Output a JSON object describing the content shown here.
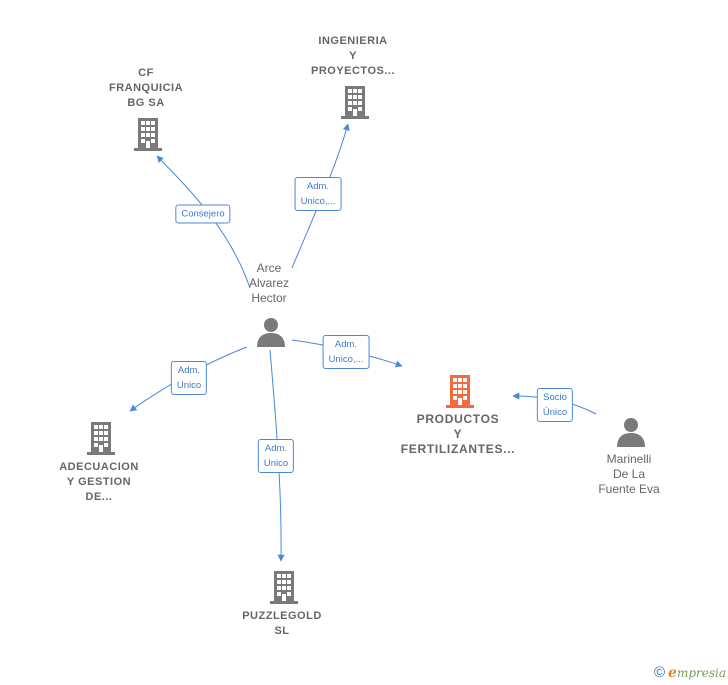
{
  "nodes": {
    "cf_franquicia": {
      "lines": [
        "CF",
        "FRANQUICIA",
        "BG SA"
      ]
    },
    "ingenieria": {
      "lines": [
        "INGENIERIA",
        "Y",
        "PROYECTOS..."
      ]
    },
    "adecuacion": {
      "lines": [
        "ADECUACION",
        "Y GESTION",
        "DE..."
      ]
    },
    "puzzlegold": {
      "lines": [
        "PUZZLEGOLD",
        "SL"
      ]
    },
    "productos": {
      "lines": [
        "PRODUCTOS",
        "Y",
        "FERTILIZANTES..."
      ]
    },
    "arce": {
      "lines": [
        "Arce",
        "Alvarez",
        "Hector"
      ]
    },
    "marinelli": {
      "lines": [
        "Marinelli",
        "De La",
        "Fuente Eva"
      ]
    }
  },
  "edges": {
    "consejero": {
      "lines": [
        "Consejero"
      ]
    },
    "adm_ingenieria": {
      "lines": [
        "Adm.",
        "Unico,..."
      ]
    },
    "adm_productos": {
      "lines": [
        "Adm.",
        "Unico,..."
      ]
    },
    "adm_adecuacion": {
      "lines": [
        "Adm.",
        "Unico"
      ]
    },
    "adm_puzzlegold": {
      "lines": [
        "Adm.",
        "Unico"
      ]
    },
    "socio_unico": {
      "lines": [
        "Socio",
        "Único"
      ]
    }
  },
  "colors": {
    "edge": "#4a88d8",
    "company_icon": "#7a7a7a",
    "focus_icon": "#f26a3d",
    "person_icon": "#7a7a7a"
  },
  "footer": {
    "copyright": "©",
    "brand_initial": "e",
    "brand_rest": "mpresia"
  }
}
